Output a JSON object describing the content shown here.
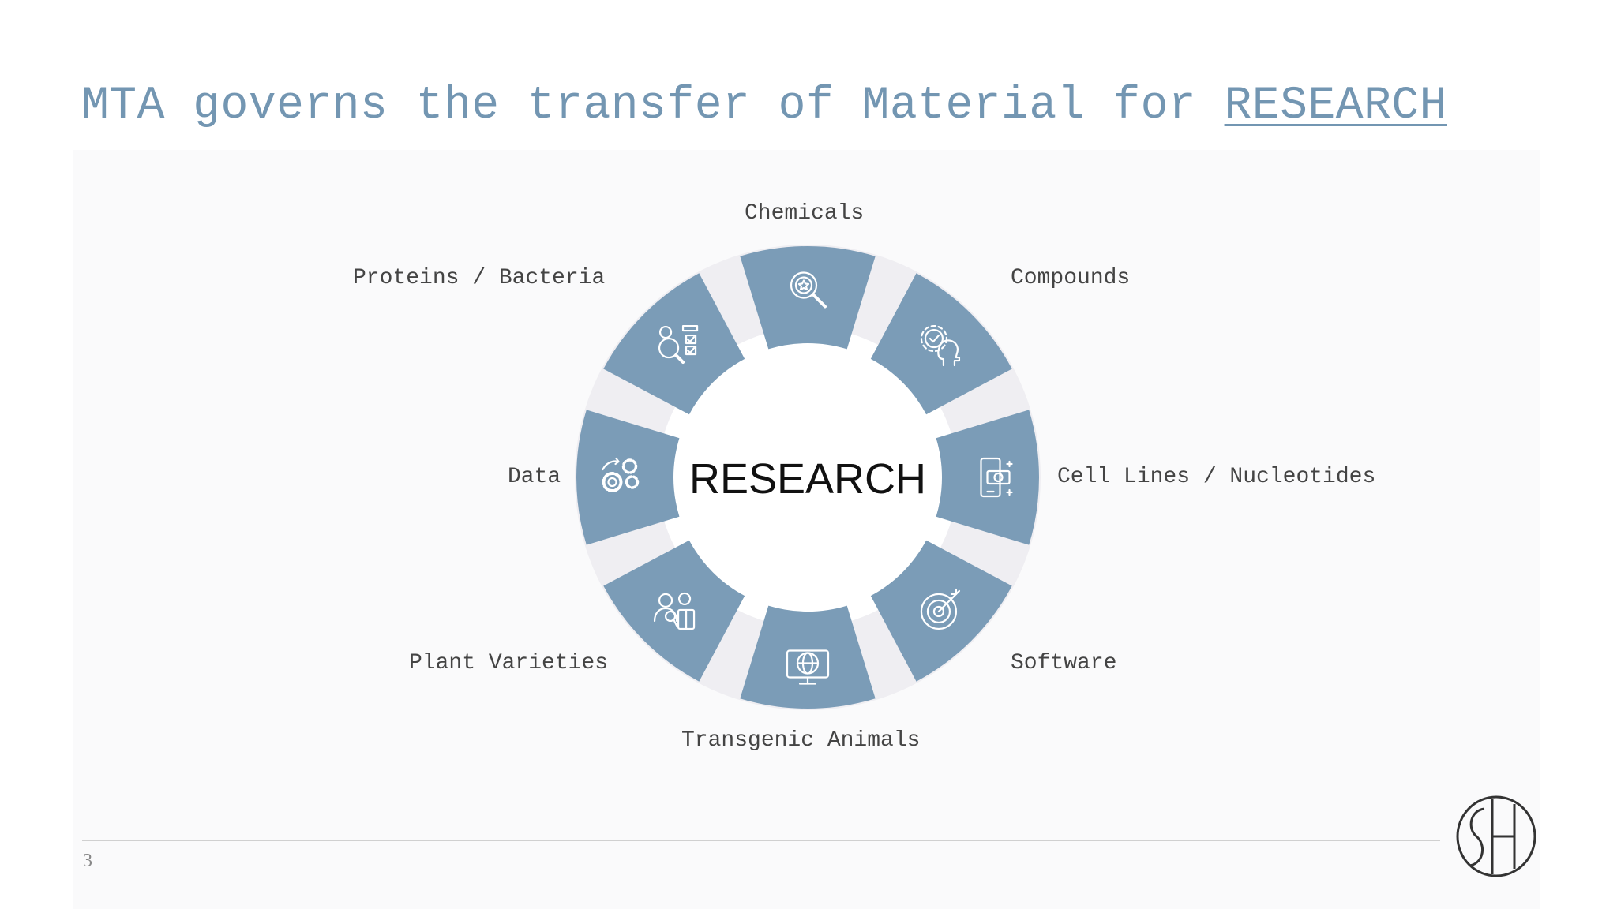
{
  "title": {
    "prefix": "MTA governs the transfer of Material for ",
    "highlight": "RESEARCH"
  },
  "diagram": {
    "center_label": "RESEARCH",
    "colors": {
      "segment": "#7b9cb7",
      "ring": "#efeef2",
      "icon": "#ffffff"
    },
    "segments": [
      {
        "label": "Chemicals",
        "icon": "search-award-icon"
      },
      {
        "label": "Compounds",
        "icon": "gear-head-icon"
      },
      {
        "label": "Cell Lines / Nucleotides",
        "icon": "phone-money-icon"
      },
      {
        "label": "Software",
        "icon": "target-icon"
      },
      {
        "label": "Transgenic Animals",
        "icon": "globe-monitor-icon"
      },
      {
        "label": "Plant Varieties",
        "icon": "team-ideas-icon"
      },
      {
        "label": "Data",
        "icon": "gears-icon"
      },
      {
        "label": "Proteins / Bacteria",
        "icon": "analysis-person-icon"
      }
    ]
  },
  "footer": {
    "page_number": "3",
    "logo": "SH"
  }
}
